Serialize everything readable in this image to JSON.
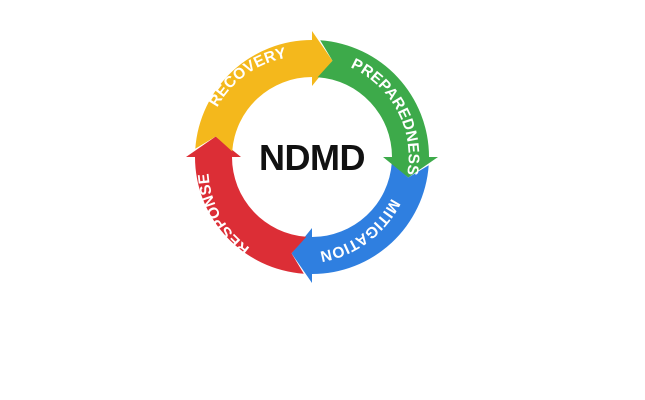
{
  "center": {
    "label": "NDMD"
  },
  "phases": [
    {
      "key": "recovery",
      "label": "RECOVERY",
      "color": "#F4B81C"
    },
    {
      "key": "preparedness",
      "label": "PREPAREDNESS",
      "color": "#3DAA4A"
    },
    {
      "key": "mitigation",
      "label": "MITIGATION",
      "color": "#2F7FE0"
    },
    {
      "key": "response",
      "label": "RESPONSE",
      "color": "#DC2E36"
    }
  ]
}
